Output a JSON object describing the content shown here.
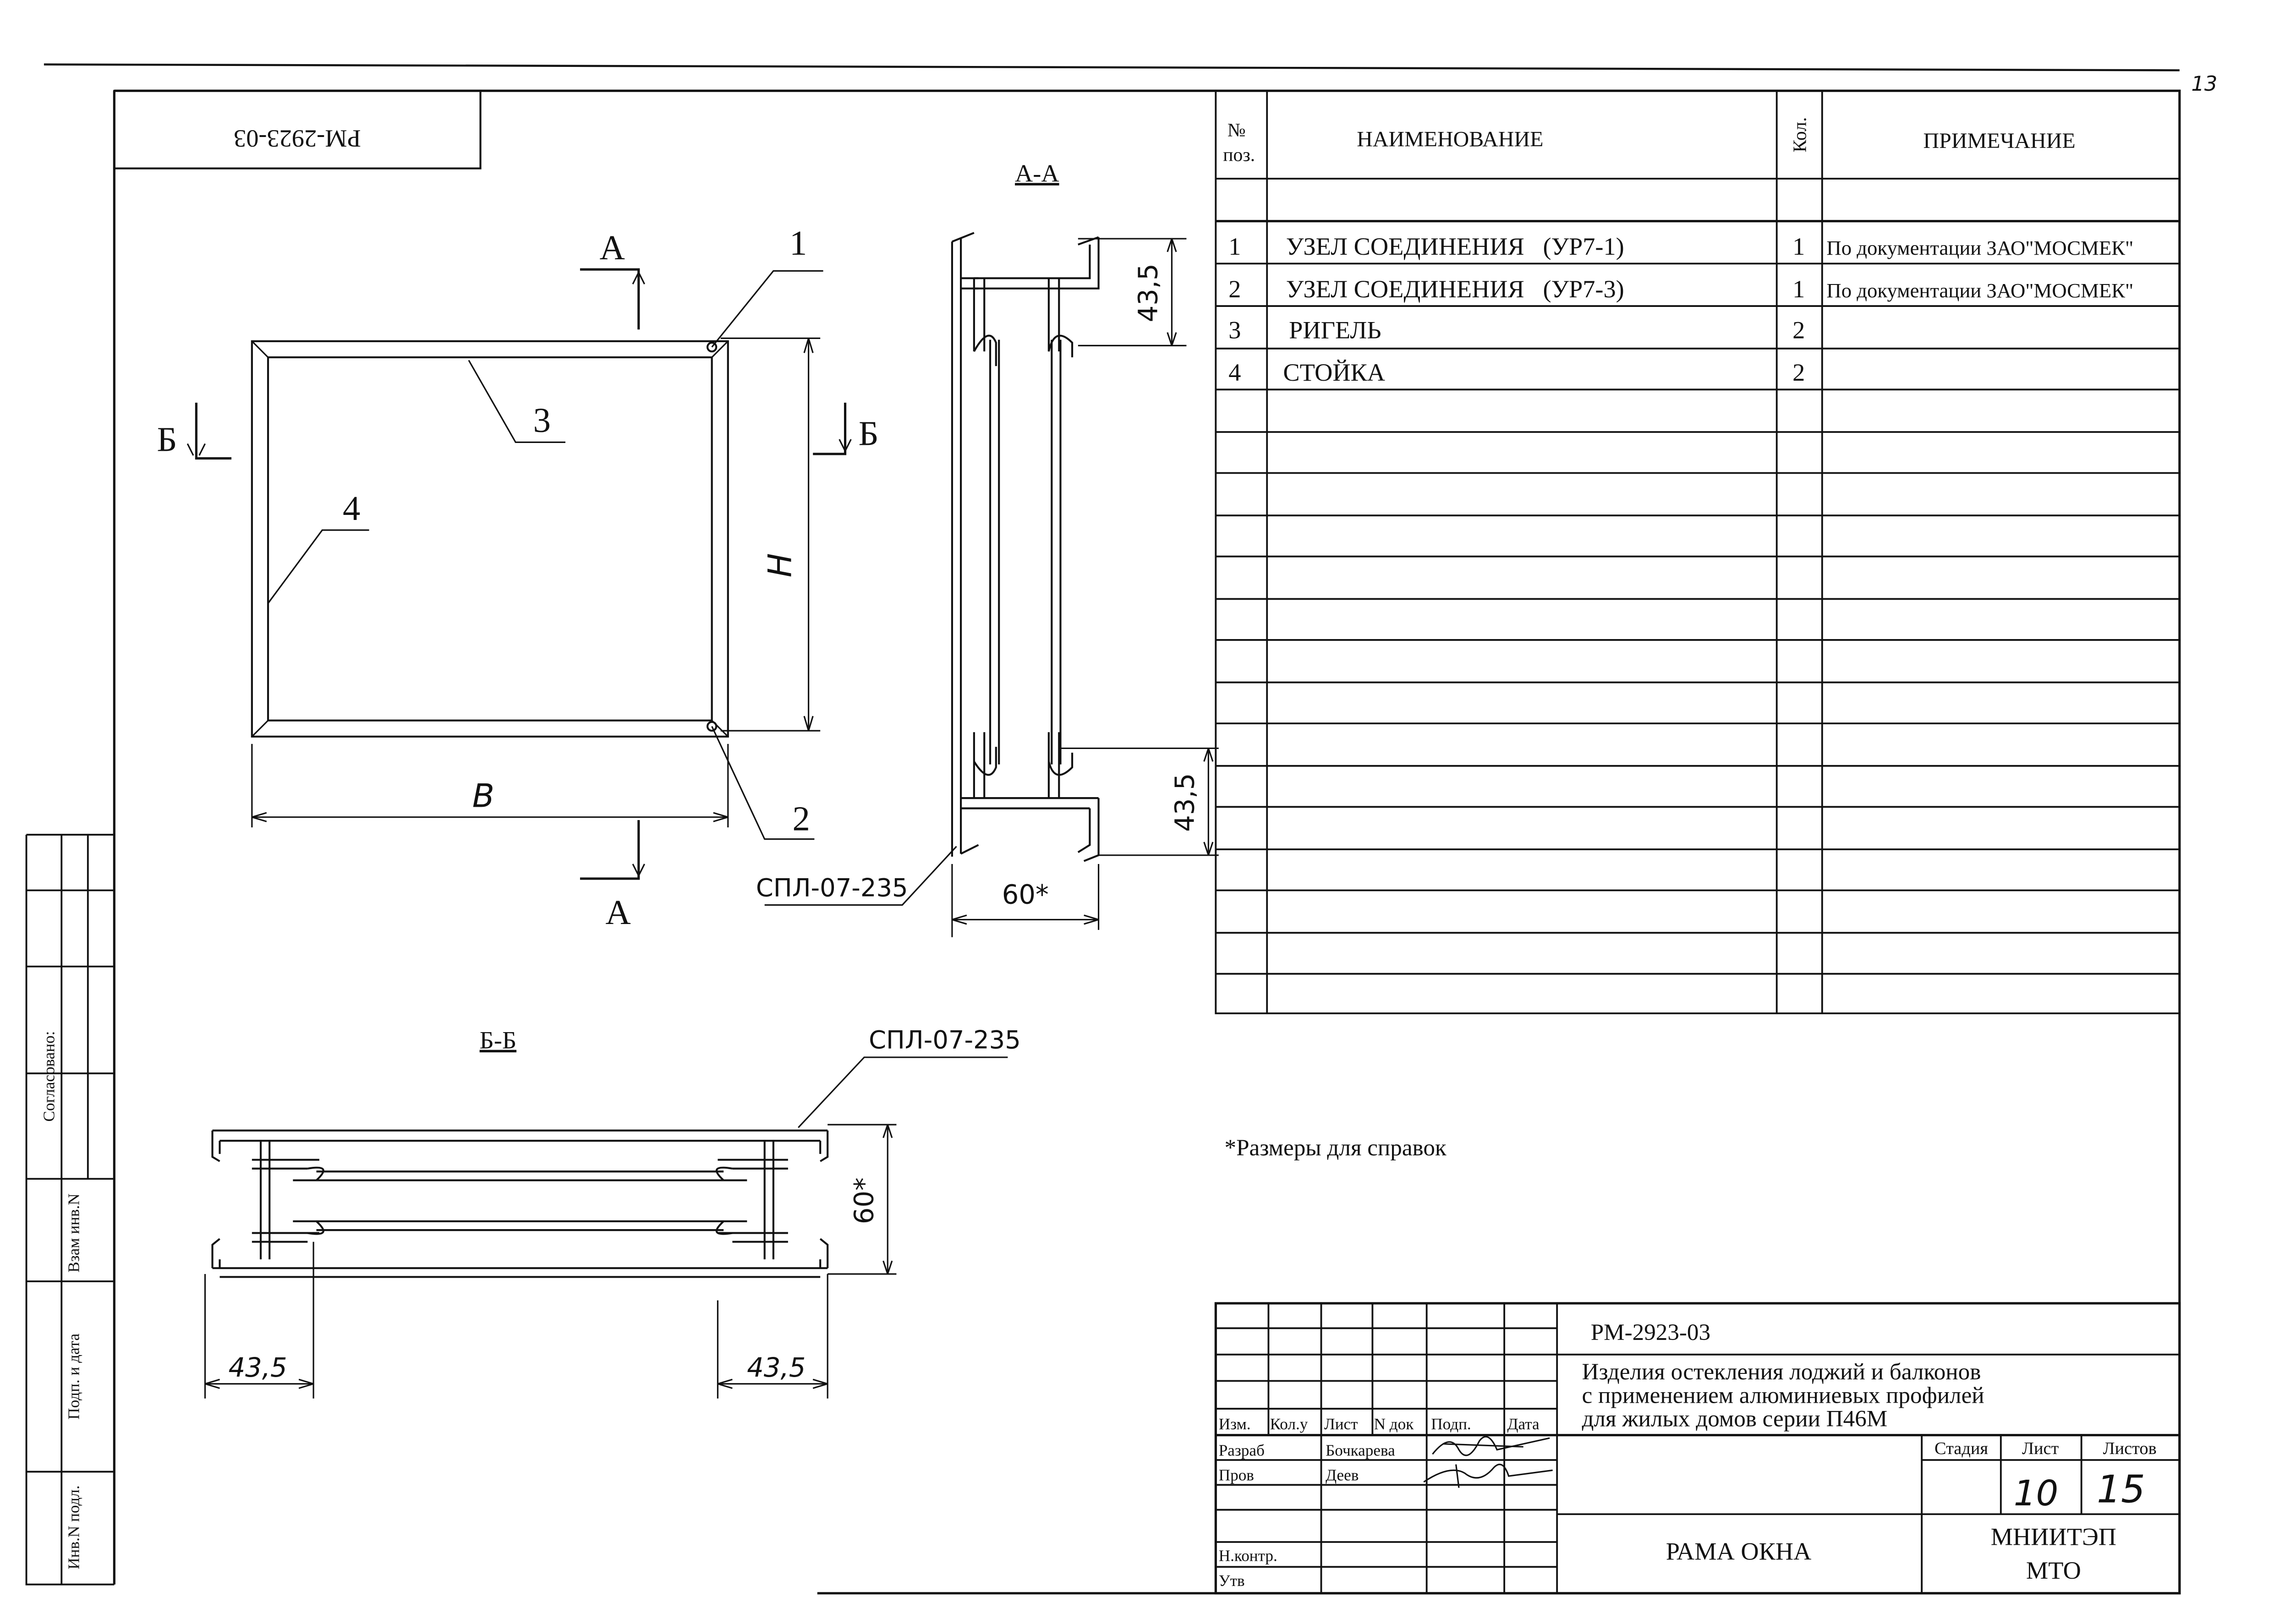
{
  "corner_stamp": "РМ-2923-03",
  "sheet_mark": "13",
  "labels": {
    "section_aa": "А-А",
    "section_bb": "Б-Б",
    "cut_a_top": "А",
    "cut_a_bottom": "А",
    "cut_b_left": "Б",
    "cut_b_right": "Б",
    "pos1": "1",
    "pos2": "2",
    "pos3": "3",
    "pos4": "4",
    "dim_h": "H",
    "dim_b": "B",
    "dim_aa_top": "43,5",
    "dim_aa_bottom": "43,5",
    "dim_aa_width": "60*",
    "profile_aa": "СПЛ-07-235",
    "profile_bb": "СПЛ-07-235",
    "dim_bb_height": "60*",
    "dim_bb_left": "43,5",
    "dim_bb_right": "43,5"
  },
  "spec": {
    "headers": {
      "pos_line1": "№",
      "pos_line2": "поз.",
      "name": "НАИМЕНОВАНИЕ",
      "qty": "Кол.",
      "note": "ПРИМЕЧАНИЕ"
    },
    "rows": [
      {
        "pos": "1",
        "name": "УЗЕЛ СОЕДИНЕНИЯ   (УР7-1)",
        "qty": "1",
        "note": "По документации ЗАО\"МОСМЕК\""
      },
      {
        "pos": "2",
        "name": "УЗЕЛ СОЕДИНЕНИЯ   (УР7-3)",
        "qty": "1",
        "note": "По документации ЗАО\"МОСМЕК\""
      },
      {
        "pos": "3",
        "name": "РИГЕЛЬ",
        "qty": "2",
        "note": ""
      },
      {
        "pos": "4",
        "name": "СТОЙКА",
        "qty": "2",
        "note": ""
      }
    ]
  },
  "footnote": "*Размеры для справок",
  "left_margin": {
    "agreed": "Согласовано:",
    "replaced_inv": "Взам инв.N",
    "sign_date": "Подп. и дата",
    "inv_orig": "Инв.N подл."
  },
  "title_block": {
    "code": "РМ-2923-03",
    "title_line1": "Изделия остекления лоджий и балконов",
    "title_line2": "с применением алюминиевых профилей",
    "title_line3": "для жилых домов серии П46М",
    "col_headers": [
      "Изм.",
      "Кол.у",
      "Лист",
      "N док",
      "Подп.",
      "Дата"
    ],
    "role_dev": "Разраб",
    "role_check": "Пров",
    "role_norm": "Н.контр.",
    "role_approve": "Утв",
    "name_dev": "Бочкарева",
    "name_check": "Деев",
    "stage_label": "Стадия",
    "sheet_label": "Лист",
    "sheets_label": "Листов",
    "sheet_no": "10",
    "sheets_total": "15",
    "drawing_name": "РАМА ОКНА",
    "org_line1": "МНИИТЭП",
    "org_line2": "МТО"
  }
}
